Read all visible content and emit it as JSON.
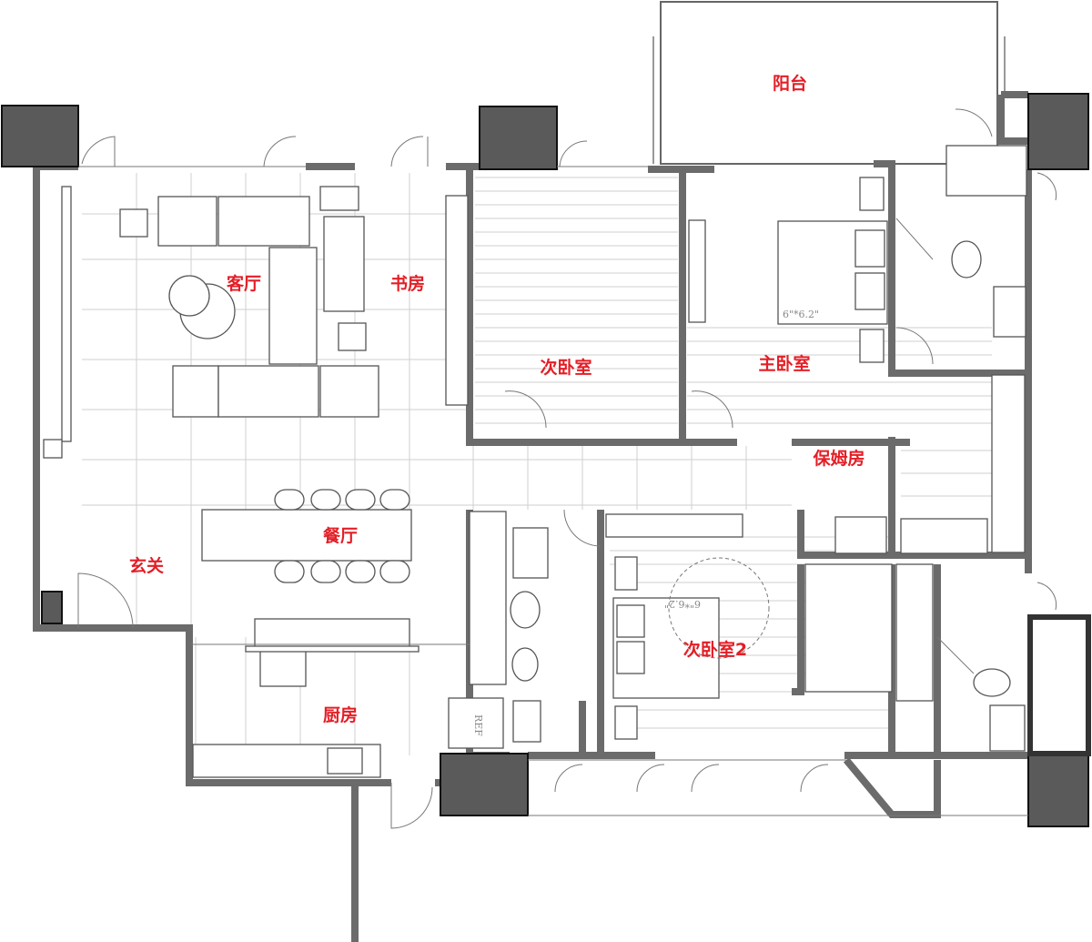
{
  "rooms": {
    "balcony": "阳台",
    "living_room": "客厅",
    "study": "书房",
    "second_bedroom": "次卧室",
    "master_bedroom": "主卧室",
    "nanny_room": "保姆房",
    "dining_room": "餐厅",
    "entrance": "玄关",
    "second_bedroom_2": "次卧室2",
    "kitchen": "厨房"
  },
  "annotations": {
    "master_bed_size": "6\"*6.2\"",
    "bedroom2_bed_size": "6\"*6.2\"",
    "fridge": "REF"
  },
  "colors": {
    "label": "#e41e26",
    "column": "#5a5a5a",
    "wall": "#6b6b6b"
  }
}
